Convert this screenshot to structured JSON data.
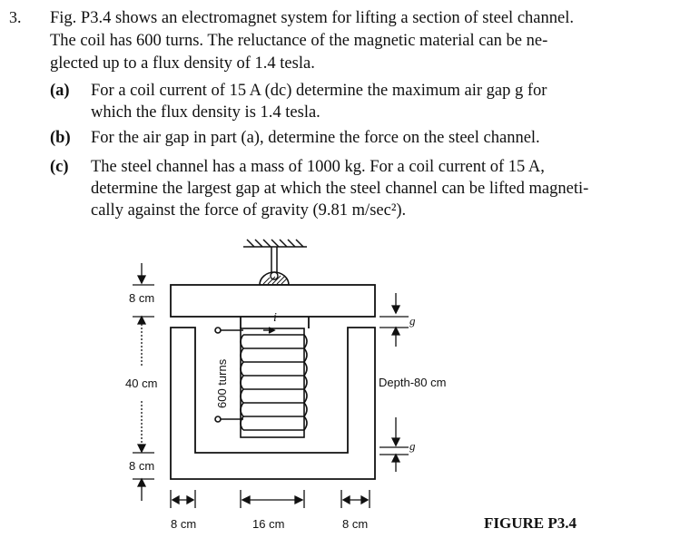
{
  "problem": {
    "number": "3.",
    "intro_lines": [
      "Fig. P3.4 shows an electromagnet system for lifting a section of steel channel.",
      "The coil has 600 turns. The reluctance of the magnetic material can be ne-",
      "glected up to a flux density of 1.4 tesla."
    ],
    "parts": [
      {
        "label": "(a)",
        "lines": [
          "For a coil current of 15 A (dc) determine the maximum air gap g for",
          "which the flux density is 1.4 tesla."
        ]
      },
      {
        "label": "(b)",
        "lines": [
          "For the air gap in part (a), determine the force on the steel channel."
        ]
      },
      {
        "label": "(c)",
        "lines": [
          "The steel channel has a mass of 1000 kg. For a coil current of 15 A,",
          "determine the largest gap at which the steel channel can be lifted magneti-",
          "cally against the force of gravity (9.81 m/sec²)."
        ]
      }
    ]
  },
  "figure": {
    "caption": "FIGURE P3.4",
    "labels": {
      "top_thickness": "8 cm",
      "middle_height": "40 cm",
      "bottom_thickness": "8 cm",
      "left_leg_width": "8 cm",
      "window_width": "16 cm",
      "right_leg_width": "8 cm",
      "turns": "600 turns",
      "current": "i",
      "gap_top": "g",
      "gap_bottom": "g",
      "depth": "Depth-80 cm"
    }
  }
}
